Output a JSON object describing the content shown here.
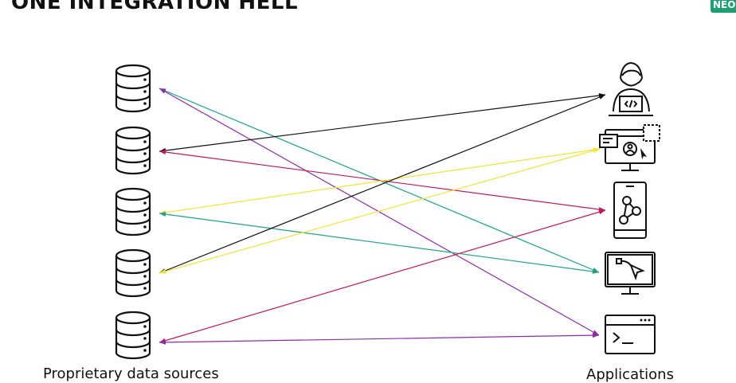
{
  "slide": {
    "title": "ONE INTEGRATION HELL",
    "logo_text": "NEO"
  },
  "left_group": {
    "label": "Proprietary data sources",
    "items": [
      {
        "icon": "database-icon"
      },
      {
        "icon": "database-icon"
      },
      {
        "icon": "database-icon"
      },
      {
        "icon": "database-icon"
      },
      {
        "icon": "database-icon"
      }
    ]
  },
  "right_group": {
    "label": "Applications",
    "items": [
      {
        "icon": "developer-laptop-icon"
      },
      {
        "icon": "web-user-interface-icon"
      },
      {
        "icon": "mobile-graph-app-icon"
      },
      {
        "icon": "design-tool-monitor-icon"
      },
      {
        "icon": "terminal-window-icon"
      }
    ]
  },
  "connections": [
    {
      "source": 1,
      "target": 4,
      "color": "#1aa38a"
    },
    {
      "source": 1,
      "target": 5,
      "color": "#8e2ca8"
    },
    {
      "source": 2,
      "target": 1,
      "color": "#111111"
    },
    {
      "source": 2,
      "target": 3,
      "color": "#c2185b"
    },
    {
      "source": 3,
      "target": 2,
      "color": "#f2e531"
    },
    {
      "source": 3,
      "target": 4,
      "color": "#1aa38a"
    },
    {
      "source": 4,
      "target": 1,
      "color": "#111111"
    },
    {
      "source": 4,
      "target": 2,
      "color": "#f2e531"
    },
    {
      "source": 5,
      "target": 3,
      "color": "#c2185b"
    },
    {
      "source": 5,
      "target": 5,
      "color": "#8e2ca8"
    }
  ]
}
